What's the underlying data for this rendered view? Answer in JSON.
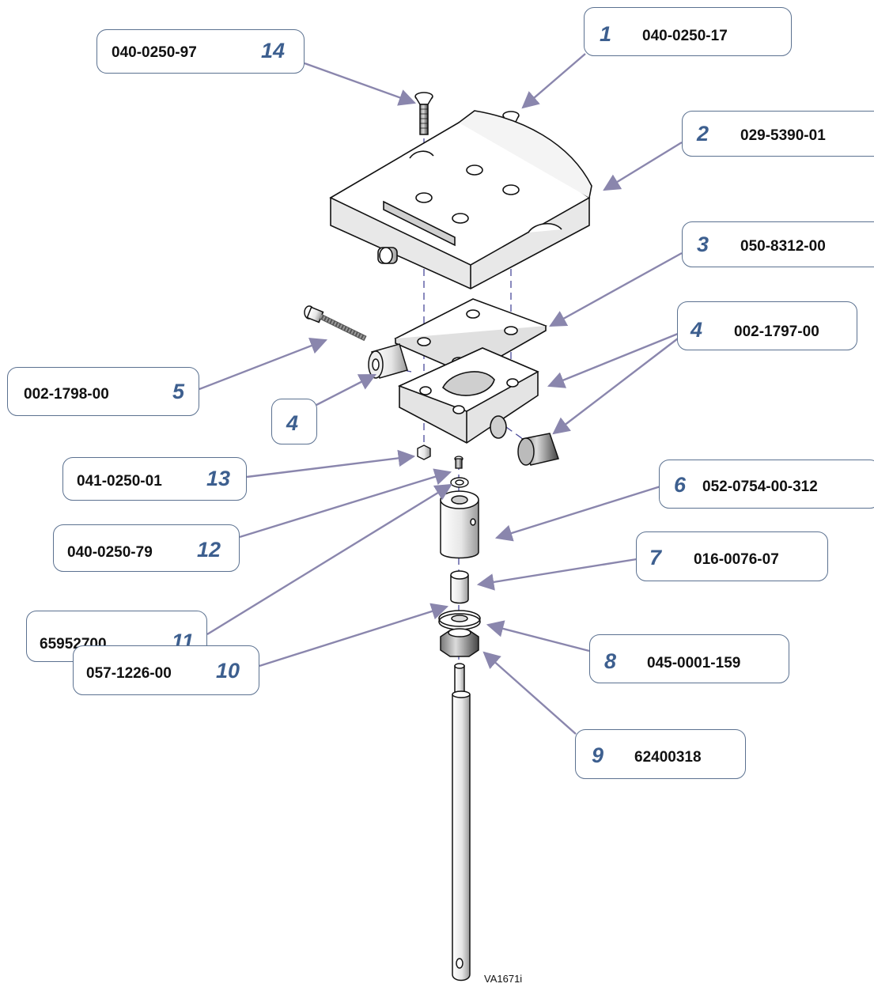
{
  "diagram": {
    "figure_id": "VA1671i",
    "callouts": [
      {
        "id": "c14",
        "num": "14",
        "part": "040-0250-97"
      },
      {
        "id": "c1",
        "num": "1",
        "part": "040-0250-17"
      },
      {
        "id": "c2",
        "num": "2",
        "part": "029-5390-01"
      },
      {
        "id": "c3",
        "num": "3",
        "part": "050-8312-00"
      },
      {
        "id": "c4a",
        "num": "4",
        "part": "002-1797-00"
      },
      {
        "id": "c5",
        "num": "5",
        "part": "002-1798-00"
      },
      {
        "id": "c4b",
        "num": "4",
        "part": ""
      },
      {
        "id": "c13",
        "num": "13",
        "part": "041-0250-01"
      },
      {
        "id": "c6",
        "num": "6",
        "part": "052-0754-00-312"
      },
      {
        "id": "c12",
        "num": "12",
        "part": "040-0250-79"
      },
      {
        "id": "c7",
        "num": "7",
        "part": "016-0076-07"
      },
      {
        "id": "c11",
        "num": "11",
        "part": "65952700"
      },
      {
        "id": "c8",
        "num": "8",
        "part": "045-0001-159"
      },
      {
        "id": "c9",
        "num": "9",
        "part": "62400318"
      },
      {
        "id": "c10",
        "num": "10",
        "part": "057-1226-00"
      }
    ],
    "colors": {
      "callout_border": "#5b7190",
      "callout_number": "#3d5f8f",
      "leader_line": "#8a86ad",
      "part_outline": "#111111",
      "centerline": "#4a4a9a"
    }
  }
}
